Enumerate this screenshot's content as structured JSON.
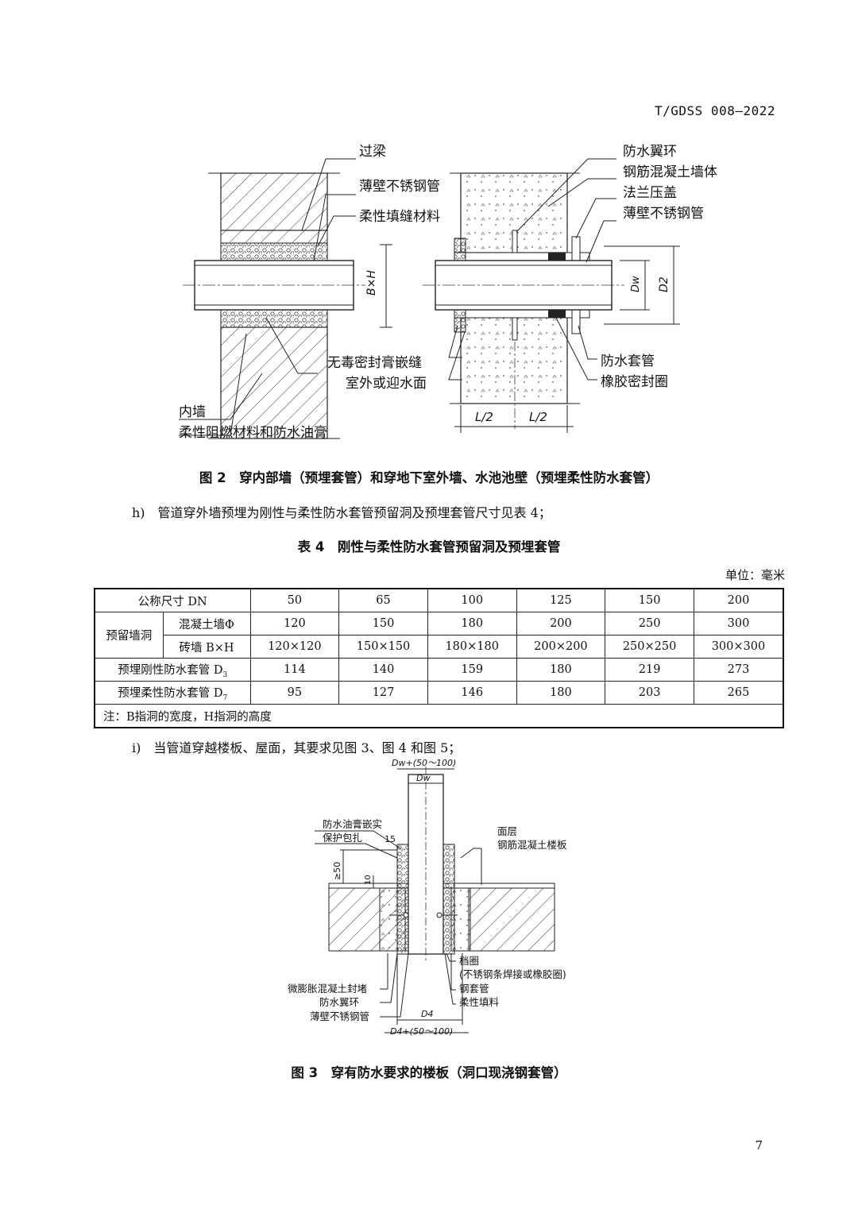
{
  "header": {
    "doc_id": "T/GDSS 008—2022"
  },
  "figure2": {
    "labels": {
      "guoliang": "过梁",
      "bobi_left": "薄壁不锈钢管",
      "rouxing_tianfeng": "柔性填缝材料",
      "bxh": "B×H",
      "wudu": "无毒密封膏嵌缝",
      "shiwai": "室外或迎水面",
      "neiqiang": "内墙",
      "rouxing_zuran": "柔性阻燃材料和防水油膏",
      "fangshui_yihuan": "防水翼环",
      "gangjin": "钢筋混凝土墙体",
      "falan": "法兰压盖",
      "bobi_right": "薄壁不锈钢管",
      "fangshui_taoguan": "防水套管",
      "xiangjiao": "橡胶密封圈",
      "dw": "Dw",
      "d2": "D2",
      "l2a": "L/2",
      "l2b": "L/2"
    },
    "caption": "图 2　穿内部墙（预埋套管）和穿地下室外墙、水池池壁（预埋柔性防水套管）"
  },
  "para_h": "h)　管道穿外墙预埋为刚性与柔性防水套管预留洞及预埋套管尺寸见表 4；",
  "table4": {
    "title": "表 4　刚性与柔性防水套管预留洞及预埋套管",
    "unit": "单位：毫米",
    "row_dn_label": "公称尺寸 DN",
    "dn": [
      "50",
      "65",
      "100",
      "125",
      "150",
      "200"
    ],
    "group_label": "预留墙洞",
    "concrete_label": "混凝土墙Φ",
    "concrete": [
      "120",
      "150",
      "180",
      "200",
      "250",
      "300"
    ],
    "brick_label": "砖墙 B×H",
    "brick": [
      "120×120",
      "150×150",
      "180×180",
      "200×200",
      "250×250",
      "300×300"
    ],
    "rigid_label": "预埋刚性防水套管 D",
    "rigid_sub": "3",
    "rigid": [
      "114",
      "140",
      "159",
      "180",
      "219",
      "273"
    ],
    "flex_label": "预埋柔性防水套管 D",
    "flex_sub": "7",
    "flex": [
      "95",
      "127",
      "146",
      "180",
      "203",
      "265"
    ],
    "note": "注：B指洞的宽度，H指洞的高度"
  },
  "para_i": "i)　当管道穿越楼板、屋面，其要求见图 3、图 4 和图 5；",
  "figure3": {
    "labels": {
      "top_dim1": "Dw+(50～100)",
      "top_dim2": "Dw",
      "youg": "防水油膏嵌实",
      "baohu": "保护包扎",
      "n15": "15",
      "ge50": "≥50",
      "n10": "10",
      "mianceng": "面层",
      "loubanl": "钢筋混凝土楼板",
      "dangquan": "档圈",
      "dangquan2": "(不锈钢条焊接或橡胶圈)",
      "gangtao": "钢套管",
      "rouxing": "柔性填料",
      "weipeng": "微膨胀混凝土封堵",
      "yihuan": "防水翼环",
      "bobi": "薄壁不锈钢管",
      "d4": "D4",
      "d4dim": "D4+(50～100)"
    },
    "caption": "图 3　穿有防水要求的楼板（洞口现浇钢套管）"
  },
  "page_number": "7"
}
